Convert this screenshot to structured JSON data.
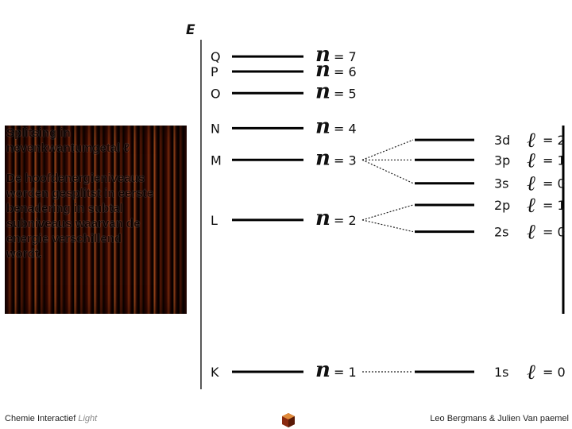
{
  "energy_axis_label": "E",
  "shells": [
    {
      "letter": "Q",
      "n_value": "7",
      "y": 7.0
    },
    {
      "letter": "P",
      "n_value": "6",
      "y": 6.55
    },
    {
      "letter": "O",
      "n_value": "5",
      "y": 5.9
    },
    {
      "letter": "N",
      "n_value": "4",
      "y": 4.85
    },
    {
      "letter": "M",
      "n_value": "3",
      "y": 3.9
    },
    {
      "letter": "L",
      "n_value": "2",
      "y": 2.1
    },
    {
      "letter": "K",
      "n_value": "1",
      "y": -2.45
    }
  ],
  "n_symbol": "n",
  "l_symbol": "ℓ",
  "subshells": [
    {
      "name": "3d",
      "l_value": "2",
      "parent_n": "3",
      "y": 4.5
    },
    {
      "name": "3p",
      "l_value": "1",
      "parent_n": "3",
      "y": 3.9
    },
    {
      "name": "3s",
      "l_value": "0",
      "parent_n": "3",
      "y": 3.2
    },
    {
      "name": "2p",
      "l_value": "1",
      "parent_n": "2",
      "y": 2.55
    },
    {
      "name": "2s",
      "l_value": "0",
      "parent_n": "2",
      "y": 1.75
    },
    {
      "name": "1s",
      "l_value": "0",
      "parent_n": "1",
      "y": -2.45
    }
  ],
  "overlay_text": "Splitsing in\nnevenkwantumgetal ℓ\n\nDe hoofdenergieniveaus\nworden gesplitst in eerste\nbenadering in subtal\nsubniveaus waarvan de\nenergie verschillend\nwordt.",
  "footer": {
    "left_main": "Chemie Interactief ",
    "left_light": "Light",
    "right": "Leo Bergmans & Julien Van paemel"
  }
}
